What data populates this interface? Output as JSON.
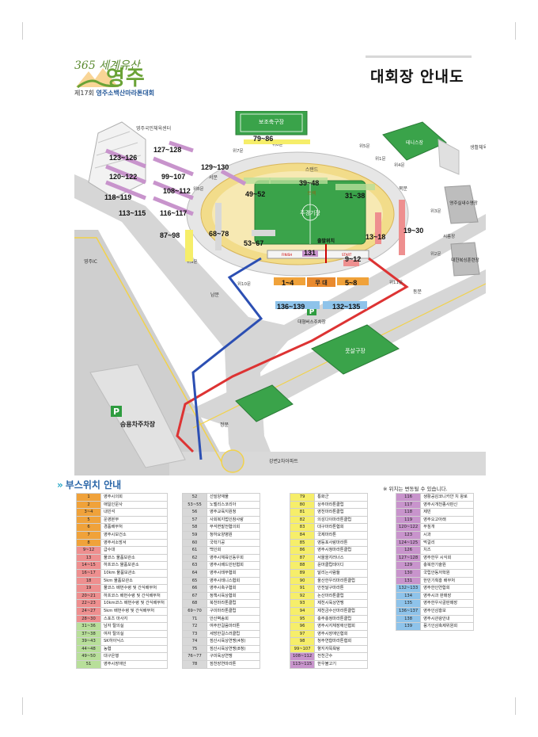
{
  "logo": {
    "script": "365 세계유산",
    "city": "영주",
    "edition": "제17회",
    "event": "영주소백산마라톤대회"
  },
  "title": "대회장 안내도",
  "map": {
    "areas": {
      "ground_top": "보조축구장",
      "national_center": "영주국민체육센터",
      "tennis": "테니스장",
      "gym": "생활체육관",
      "indoor_pool": "영주실내수영장",
      "hall": "대한복싱훈련장",
      "wedding": "씨름장",
      "stand": "스탠드",
      "track": "트랙",
      "field": "주경기장",
      "futsal": "풋살구장",
      "bus_parking": "대형버스주차장",
      "parking": "승용차주차장",
      "ic": "영주IC",
      "apartment": "강변2차아파트",
      "north_gate": "북문",
      "west_gate": "서문",
      "south_gate": "남문",
      "east_gate": "동문",
      "main_gate": "정문",
      "start": "START",
      "finish": "FINISH",
      "start_point": "출발위치",
      "stage": "무 대",
      "rest": "휴게"
    },
    "gates": [
      "위1문",
      "위2문",
      "위3문",
      "위4문",
      "위5문",
      "위6문",
      "위7문",
      "위8문",
      "위9문",
      "위10문",
      "위11문"
    ],
    "booths": [
      {
        "label": "79~86"
      },
      {
        "label": "127~128"
      },
      {
        "label": "123~126"
      },
      {
        "label": "129~130"
      },
      {
        "label": "99~107"
      },
      {
        "label": "120~122"
      },
      {
        "label": "108~112"
      },
      {
        "label": "118~119"
      },
      {
        "label": "113~115"
      },
      {
        "label": "116~117"
      },
      {
        "label": "87~98"
      },
      {
        "label": "39~48"
      },
      {
        "label": "49~52"
      },
      {
        "label": "31~38"
      },
      {
        "label": "68~78"
      },
      {
        "label": "53~67"
      },
      {
        "label": "13~18"
      },
      {
        "label": "19~30"
      },
      {
        "label": "131"
      },
      {
        "label": "9~12"
      },
      {
        "label": "1~4"
      },
      {
        "label": "5~8"
      },
      {
        "label": "136~139"
      },
      {
        "label": "132~135"
      }
    ]
  },
  "booth_section": {
    "title": "부스위치 안내",
    "arrow": "»",
    "notice": "※ 위치는 변동될 수 있습니다."
  },
  "table1": [
    {
      "no": "1",
      "name": "영주시의회",
      "color": "#f0a23a"
    },
    {
      "no": "2",
      "name": "애일인문사",
      "color": "#f0a23a"
    },
    {
      "no": "3~4",
      "name": "내빈석",
      "color": "#f0a23a"
    },
    {
      "no": "5",
      "name": "운영본부",
      "color": "#f0a23a"
    },
    {
      "no": "6",
      "name": "경품배부처",
      "color": "#f0a23a"
    },
    {
      "no": "7",
      "name": "영주시보건소",
      "color": "#f0a23a"
    },
    {
      "no": "8",
      "name": "영주서소방서",
      "color": "#f0a23a"
    },
    {
      "no": "9~12",
      "name": "급수대",
      "color": "#ee8f8f"
    },
    {
      "no": "13",
      "name": "풀코스 물품보관소",
      "color": "#ee8f8f"
    },
    {
      "no": "14~15",
      "name": "하프코스 물품보관소",
      "color": "#ee8f8f"
    },
    {
      "no": "16~17",
      "name": "10km 물품보관소",
      "color": "#ee8f8f"
    },
    {
      "no": "18",
      "name": "5km 물품보관소",
      "color": "#ee8f8f"
    },
    {
      "no": "19",
      "name": "풀코스 배번수령 및 간식배부처",
      "color": "#ee8f8f"
    },
    {
      "no": "20~21",
      "name": "하프코스 배번수령 및 간식배부처",
      "color": "#ee8f8f"
    },
    {
      "no": "22~23",
      "name": "10km코스 배번수령 및 간식배부처",
      "color": "#ee8f8f"
    },
    {
      "no": "24~27",
      "name": "5km 배번수령 및 간식배부처",
      "color": "#ee8f8f"
    },
    {
      "no": "28~30",
      "name": "스포츠 마사지",
      "color": "#ee8f8f"
    },
    {
      "no": "31~36",
      "name": "남자 탈의실",
      "color": "#b8df9a"
    },
    {
      "no": "37~38",
      "name": "여자 탈의실",
      "color": "#b8df9a"
    },
    {
      "no": "39~43",
      "name": "SK하이닉스",
      "color": "#b8df9a"
    },
    {
      "no": "44~48",
      "name": "농협",
      "color": "#b8df9a"
    },
    {
      "no": "49~50",
      "name": "대구은행",
      "color": "#b8df9a"
    },
    {
      "no": "51",
      "name": "영주시장애인",
      "color": "#b8df9a"
    }
  ],
  "table2": [
    {
      "no": "52",
      "name": "선밀양재물",
      "color": "#d8d8d8"
    },
    {
      "no": "53~55",
      "name": "노벨리스코리아",
      "color": "#d8d8d8"
    },
    {
      "no": "56",
      "name": "영주교육지원청",
      "color": "#d8d8d8"
    },
    {
      "no": "57",
      "name": "사회복지법인참사랑",
      "color": "#d8d8d8"
    },
    {
      "no": "58",
      "name": "부석면발전협의회",
      "color": "#d8d8d8"
    },
    {
      "no": "59",
      "name": "청하요양병원",
      "color": "#d8d8d8"
    },
    {
      "no": "60",
      "name": "국학기공",
      "color": "#d8d8d8"
    },
    {
      "no": "61",
      "name": "백인회",
      "color": "#d8d8d8"
    },
    {
      "no": "62",
      "name": "영주시체육인동우회",
      "color": "#d8d8d8"
    },
    {
      "no": "63",
      "name": "영주시배드민턴협회",
      "color": "#d8d8d8"
    },
    {
      "no": "64",
      "name": "영주시태무협회",
      "color": "#d8d8d8"
    },
    {
      "no": "65",
      "name": "영주시테니스협회",
      "color": "#d8d8d8"
    },
    {
      "no": "66",
      "name": "영주시축구협회",
      "color": "#d8d8d8"
    },
    {
      "no": "67",
      "name": "정책시육상협회",
      "color": "#d8d8d8"
    },
    {
      "no": "68",
      "name": "북천마라톤클럽",
      "color": "#d8d8d8"
    },
    {
      "no": "69~70",
      "name": "구미마라톤클럽",
      "color": "#d8d8d8"
    },
    {
      "no": "71",
      "name": "안산벽송회",
      "color": "#d8d8d8"
    },
    {
      "no": "72",
      "name": "여주한걸음마라톤",
      "color": "#d8d8d8"
    },
    {
      "no": "73",
      "name": "세방한걸스러클럽",
      "color": "#d8d8d8"
    },
    {
      "no": "74",
      "name": "점산시육상연맹(4청)",
      "color": "#d8d8d8"
    },
    {
      "no": "75",
      "name": "점산시육상연맹(8청)",
      "color": "#d8d8d8"
    },
    {
      "no": "76~77",
      "name": "구미육상연맹",
      "color": "#d8d8d8"
    },
    {
      "no": "78",
      "name": "점천장연마라톤",
      "color": "#d8d8d8"
    }
  ],
  "table3": [
    {
      "no": "79",
      "name": "통화군",
      "color": "#f6ee6a"
    },
    {
      "no": "80",
      "name": "상주마라톤클럽",
      "color": "#f6ee6a"
    },
    {
      "no": "81",
      "name": "영천마라톤클럽",
      "color": "#f6ee6a"
    },
    {
      "no": "82",
      "name": "의성다이마라톤클럽",
      "color": "#f6ee6a"
    },
    {
      "no": "83",
      "name": "대구마라톤협회",
      "color": "#f6ee6a"
    },
    {
      "no": "84",
      "name": "국제마라톤",
      "color": "#f6ee6a"
    },
    {
      "no": "85",
      "name": "영등포사랑마라톤",
      "color": "#f6ee6a"
    },
    {
      "no": "86",
      "name": "영주시청마라톤클럽",
      "color": "#f6ee6a"
    },
    {
      "no": "87",
      "name": "서울을지러너스",
      "color": "#f6ee6a"
    },
    {
      "no": "88",
      "name": "윤마클럽테이디",
      "color": "#f6ee6a"
    },
    {
      "no": "89",
      "name": "달리는사람들",
      "color": "#f6ee6a"
    },
    {
      "no": "90",
      "name": "울산한우리마라톤클럽",
      "color": "#f6ee6a"
    },
    {
      "no": "91",
      "name": "안전달구마라톤",
      "color": "#f6ee6a"
    },
    {
      "no": "92",
      "name": "논산마라톤클럽",
      "color": "#f6ee6a"
    },
    {
      "no": "93",
      "name": "제천시육상연맹",
      "color": "#f6ee6a"
    },
    {
      "no": "94",
      "name": "제천금수산마라톤클럽",
      "color": "#f6ee6a"
    },
    {
      "no": "95",
      "name": "충주충정마라톤클럽",
      "color": "#f6ee6a"
    },
    {
      "no": "96",
      "name": "영주시지체장애인협회",
      "color": "#f6ee6a"
    },
    {
      "no": "97",
      "name": "영주시장애인협회",
      "color": "#f6ee6a"
    },
    {
      "no": "98",
      "name": "청주연합마라톤협회",
      "color": "#f6ee6a"
    },
    {
      "no": "99~107",
      "name": "향지자목욕탕",
      "color": "#f6ee6a"
    },
    {
      "no": "108~112",
      "name": "전천군수",
      "color": "#c894cc"
    },
    {
      "no": "113~115",
      "name": "한우불고기",
      "color": "#c894cc"
    }
  ],
  "table4": [
    {
      "no": "116",
      "name": "생활공감코니카얀 치 왕로",
      "color": "#c894cc"
    },
    {
      "no": "117",
      "name": "영주시개천종사판신",
      "color": "#c894cc"
    },
    {
      "no": "118",
      "name": "제빈",
      "color": "#c894cc"
    },
    {
      "no": "119",
      "name": "영주오고아래",
      "color": "#c894cc"
    },
    {
      "no": "120~122",
      "name": "부침개",
      "color": "#c894cc"
    },
    {
      "no": "123",
      "name": "시과",
      "color": "#c894cc"
    },
    {
      "no": "124~125",
      "name": "먹걸리",
      "color": "#c894cc"
    },
    {
      "no": "126",
      "name": "치즈",
      "color": "#c894cc"
    },
    {
      "no": "127~128",
      "name": "영주한우 시식회",
      "color": "#c894cc"
    },
    {
      "no": "129",
      "name": "충북한기술원",
      "color": "#c894cc"
    },
    {
      "no": "130",
      "name": "국립안동저학원",
      "color": "#c894cc"
    },
    {
      "no": "131",
      "name": "한민기획홍 배부처",
      "color": "#c894cc"
    },
    {
      "no": "132~133",
      "name": "영주한인연합회",
      "color": "#8ec3ea"
    },
    {
      "no": "134",
      "name": "영주시과 판매장",
      "color": "#8ec3ea"
    },
    {
      "no": "135",
      "name": "영주한우사골판매장",
      "color": "#8ec3ea"
    },
    {
      "no": "136~137",
      "name": "영주인삼홍보",
      "color": "#8ec3ea"
    },
    {
      "no": "138",
      "name": "영주시관광안내",
      "color": "#8ec3ea"
    },
    {
      "no": "139",
      "name": "풍기인삼축제위원회",
      "color": "#8ec3ea"
    }
  ]
}
